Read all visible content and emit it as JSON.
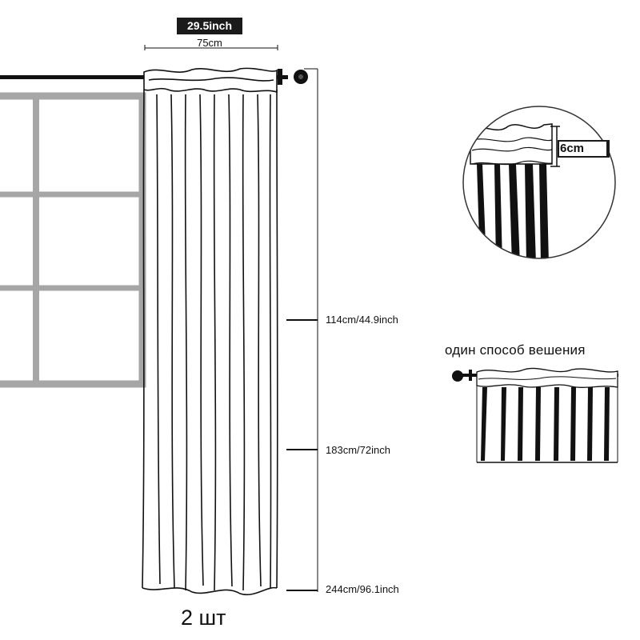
{
  "dimensions": {
    "width_inch": "29.5inch",
    "width_cm": "75cm",
    "header_height": "6cm"
  },
  "length_marks": [
    {
      "label": "114cm/44.9inch"
    },
    {
      "label": "183cm/72inch"
    },
    {
      "label": "244cm/96.1inch"
    }
  ],
  "hanging_option_caption": "один способ вешения",
  "quantity": "2 шт",
  "colors": {
    "line": "#111111",
    "window_frame": "#a6a6a6",
    "badge_bg": "#1a1a1a",
    "badge_text": "#ffffff"
  }
}
